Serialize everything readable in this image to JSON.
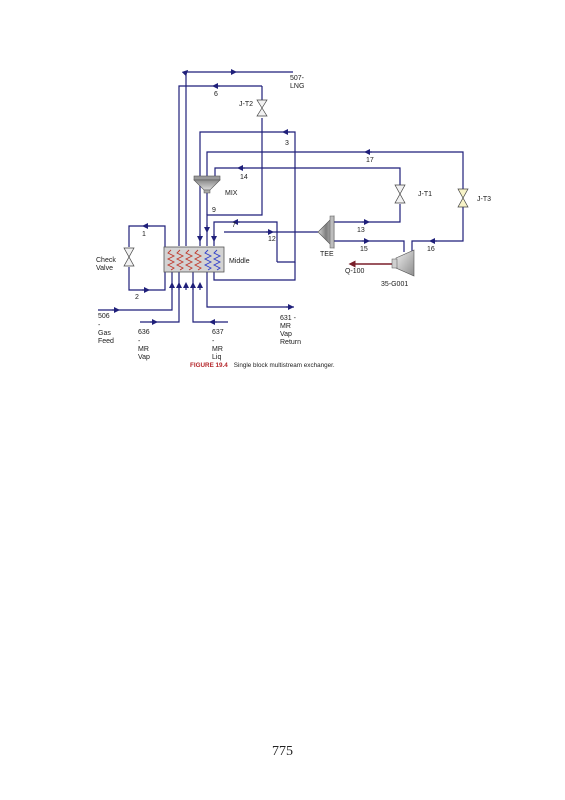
{
  "figure": {
    "caption_label": "FIGURE 19.4",
    "caption_text": "Single block multistream exchanger.",
    "labels": {
      "s507a": "507-",
      "s507b": "LNG",
      "s6": "6",
      "jt2": "J-T2",
      "s3": "3",
      "s17": "17",
      "s14": "14",
      "mix": "MIX",
      "jt1": "J-T1",
      "jt3": "J-T3",
      "s9": "9",
      "s7": "7",
      "s1": "1",
      "s13": "13",
      "s12": "12",
      "s15": "15",
      "s16": "16",
      "tee": "TEE",
      "check_a": "Check",
      "check_b": "Valve",
      "middle": "Middle",
      "q100": "Q-100",
      "g001": "35-G001",
      "s2": "2",
      "s506": "506",
      "gas_dash": "-",
      "gas_a": "Gas",
      "gas_b": "Feed",
      "s636": "636",
      "s636_dash": "-",
      "s636_mr": "MR",
      "s636_vap": "Vap",
      "s637": "637",
      "s637_dash": "-",
      "s637_mr": "MR",
      "s637_liq": "Liq",
      "s631": "631 -",
      "s631_mr": "MR",
      "s631_vap": "Vap",
      "s631_ret": "Return"
    }
  },
  "page": {
    "number": "775"
  },
  "colors": {
    "stream": "#1f1f7a",
    "energy": "#7a1f2a",
    "hot_coil": "#c0392b",
    "cold_coil": "#2e3ec9",
    "caption_accent": "#b4262a"
  }
}
